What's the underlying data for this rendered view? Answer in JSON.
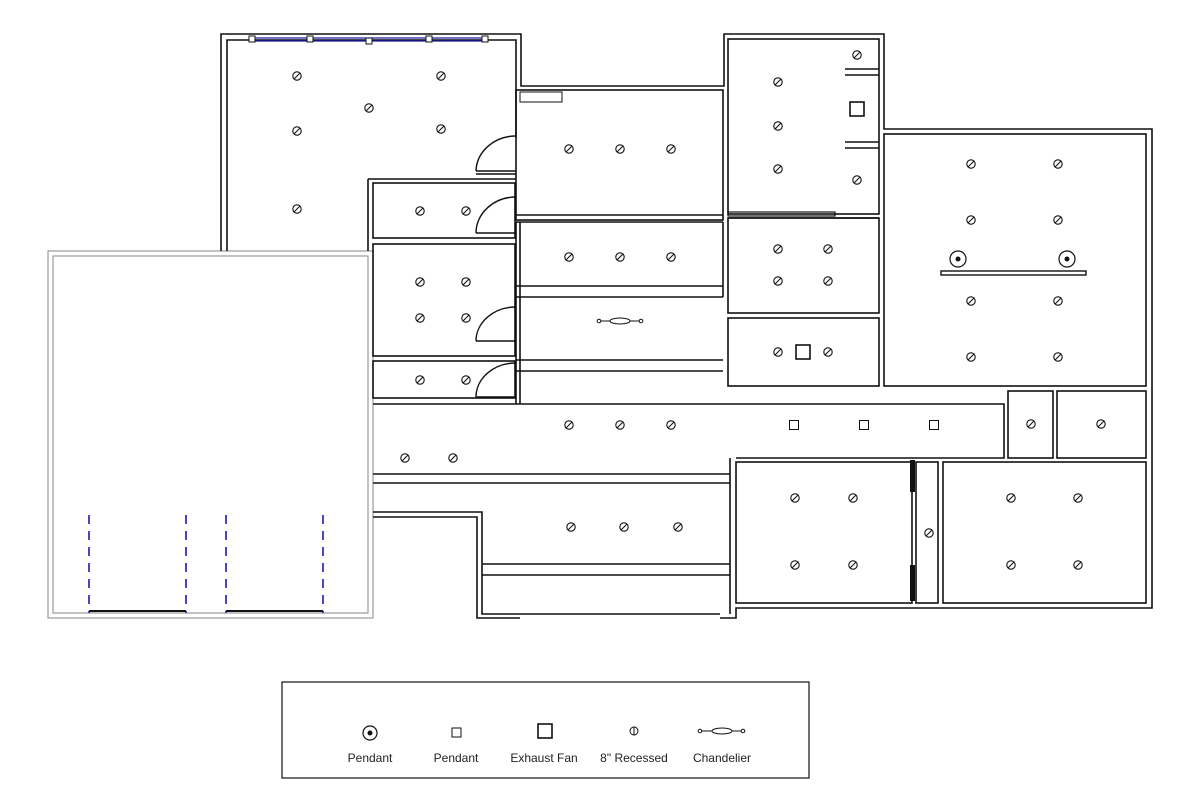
{
  "legend": {
    "items": [
      {
        "label": "Pendant",
        "symbol": "pendant-circle-icon"
      },
      {
        "label": "Pendant",
        "symbol": "pendant-square-icon"
      },
      {
        "label": "Exhaust Fan",
        "symbol": "exhaust-fan-icon"
      },
      {
        "label": "8\" Recessed",
        "symbol": "recessed-light-icon"
      },
      {
        "label": "Chandelier",
        "symbol": "chandelier-icon"
      }
    ]
  },
  "colors": {
    "wall": "#111111",
    "light_wall": "#9a9a9a",
    "garage_door": "#1a1aa8",
    "background": "#ffffff"
  }
}
